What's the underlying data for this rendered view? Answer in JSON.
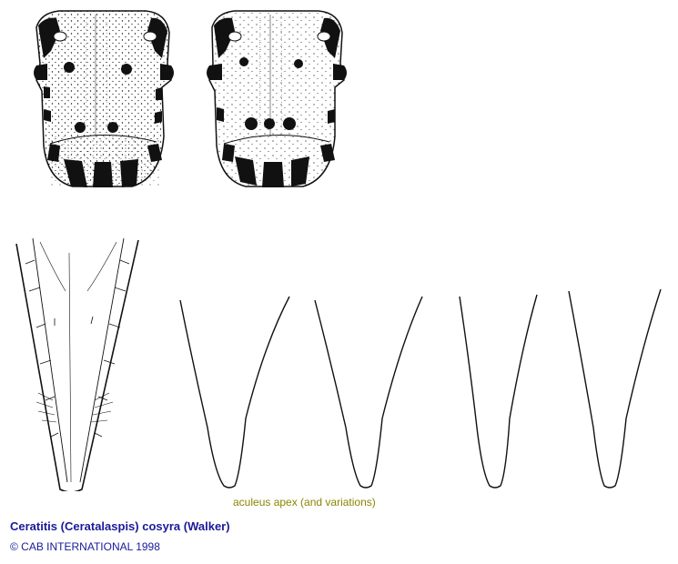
{
  "figure": {
    "apex_caption": "aculeus apex (and variations)",
    "species_title": "Ceratitis (Ceratalaspis) cosyra (Walker)",
    "copyright": "© CAB INTERNATIONAL 1998"
  },
  "panels": [
    {
      "name": "scutum-variant-1",
      "kind": "thorax-dorsal-view"
    },
    {
      "name": "scutum-variant-2",
      "kind": "thorax-dorsal-view"
    },
    {
      "name": "aculeus-ventral",
      "kind": "ovipositor-drawing"
    },
    {
      "name": "aculeus-apex-variation-1",
      "kind": "apex-outline"
    },
    {
      "name": "aculeus-apex-variation-2",
      "kind": "apex-outline"
    },
    {
      "name": "aculeus-apex-variation-3",
      "kind": "apex-outline"
    },
    {
      "name": "aculeus-apex-variation-4",
      "kind": "apex-outline"
    }
  ],
  "colors": {
    "ink": "#111111",
    "caption_olive": "#8a8500",
    "title_blue": "#1a1a99"
  }
}
